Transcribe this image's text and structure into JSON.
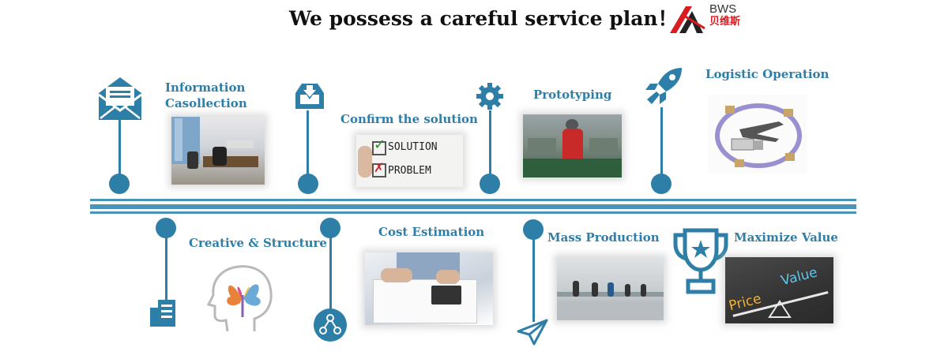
{
  "header": {
    "title": "We possess a careful service plan！",
    "brand_name": "BWS",
    "brand_cn": "贝维斯"
  },
  "steps_top": [
    {
      "label_line1": "Information",
      "label_line2": "Casollection",
      "icon": "envelope-icon"
    },
    {
      "label": "Confirm the solution",
      "icon": "inbox-download-icon"
    },
    {
      "label": "Prototyping",
      "icon": "gear-icon"
    },
    {
      "label": "Logistic Operation",
      "icon": "rocket-icon"
    }
  ],
  "steps_bottom": [
    {
      "label": "Creative & Structure",
      "icon": "hand-card-icon"
    },
    {
      "label": "Cost Estimation",
      "icon": "network-circle-icon"
    },
    {
      "label": "Mass Production",
      "icon": "paper-plane-icon"
    },
    {
      "label": "Maximize Value",
      "icon": "trophy-icon"
    }
  ],
  "images": {
    "solution_sign": [
      "SOLUTION",
      "PROBLEM"
    ],
    "price_value": [
      "Price",
      "Value"
    ]
  },
  "colors": {
    "accent": "#2e7fa8",
    "brand_red": "#d71c22"
  }
}
